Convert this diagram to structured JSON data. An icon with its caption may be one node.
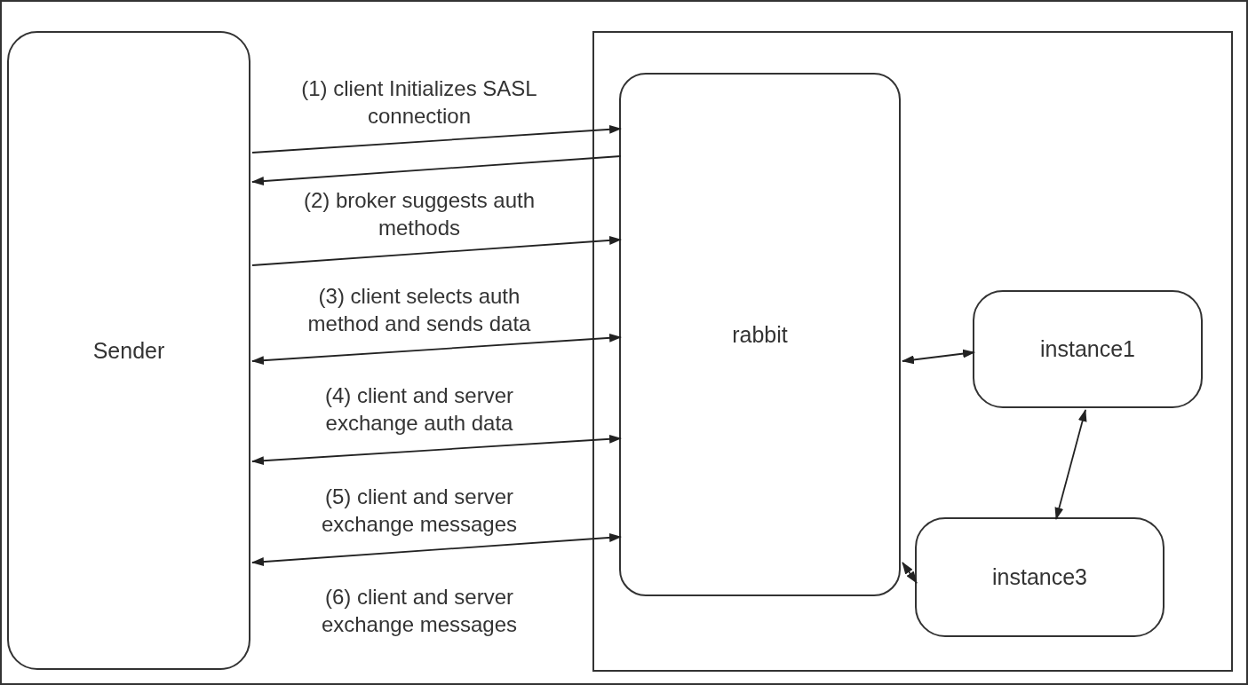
{
  "diagram": {
    "nodes": [
      {
        "text": [
          "Sender"
        ]
      },
      {
        "text": [],
        "shape": "box"
      },
      {
        "text": [
          "rabbit"
        ],
        "in": 1
      },
      {
        "text": [
          "instance1"
        ],
        "in": 1
      },
      {
        "text": [
          "instance3"
        ],
        "in": 1
      }
    ],
    "edges": [
      {
        "from": 0,
        "to": 2,
        "arrow": "to",
        "label": "(1) client Initializes SASL connection"
      },
      {
        "from": 2,
        "to": 0,
        "arrow": "to",
        "label": "(2) broker suggests auth methods"
      },
      {
        "from": 0,
        "to": 2,
        "arrow": "to",
        "label": "(3) client selects auth method and sends data"
      },
      {
        "from": 0,
        "to": 2,
        "arrow": "both",
        "label": "(4) client and server exchange auth data"
      },
      {
        "from": 0,
        "to": 2,
        "arrow": "both",
        "label": "(5) client and server exchange messages"
      },
      {
        "from": 0,
        "to": 2,
        "arrow": "both",
        "label": "(6) client and server exchange messages"
      },
      {
        "from": 2,
        "to": 3,
        "arrow": "both"
      },
      {
        "from": 3,
        "to": 4,
        "arrow": "both"
      },
      {
        "from": 2,
        "to": 4,
        "arrow": "both"
      }
    ]
  }
}
